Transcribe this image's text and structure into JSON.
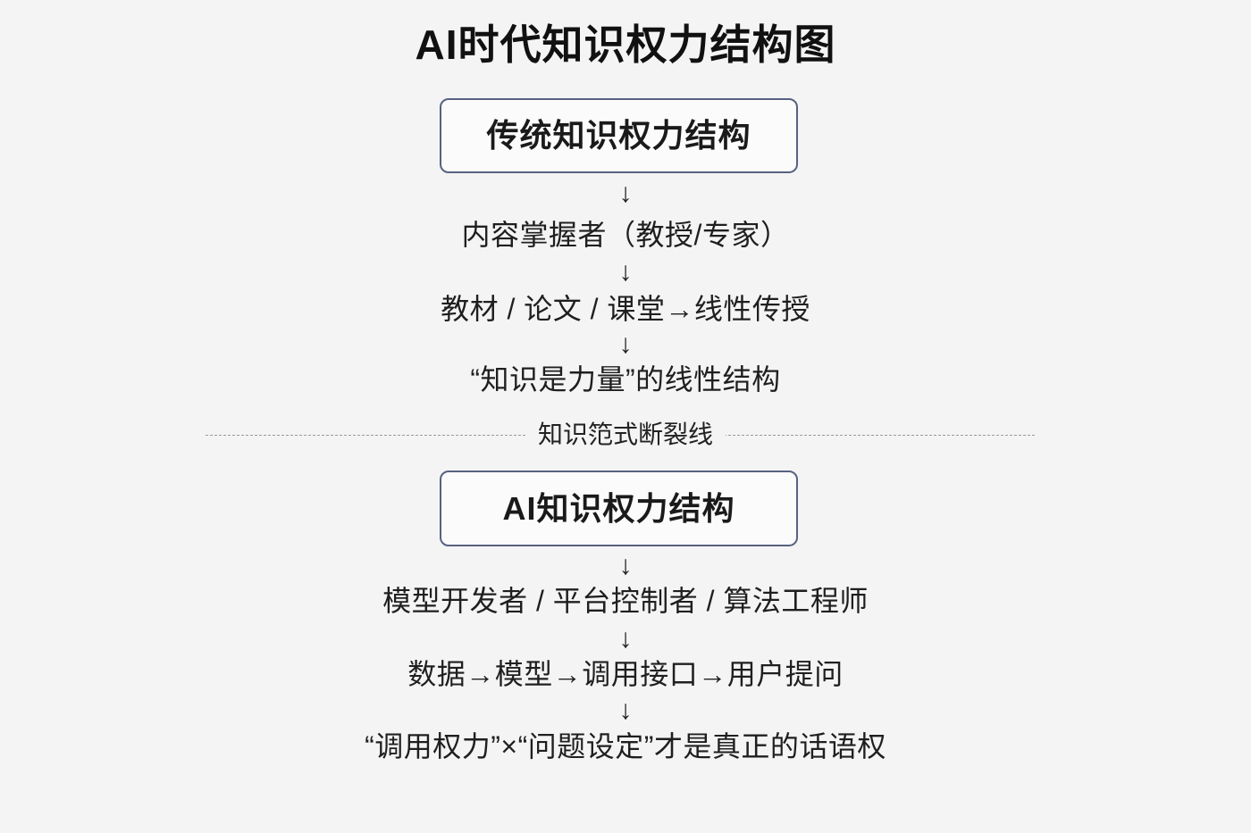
{
  "title": "AI时代知识权力结构图",
  "arrow_glyph": "↓",
  "traditional": {
    "box_label": "传统知识权力结构",
    "steps": [
      "内容掌握者（教授/专家）",
      "教材 / 论文 / 课堂→线性传授",
      "“知识是力量”的线性结构"
    ]
  },
  "divider": {
    "label": "知识笵式断裂线"
  },
  "ai": {
    "box_label": "AI知识权力结构",
    "steps": [
      "模型开发者 / 平台控制者 / 算法工程师",
      "数据→模型→调用接口→用户提问",
      "“调用权力”×“问题设定”才是真正的话语权"
    ]
  },
  "colors": {
    "background": "#f4f4f5",
    "box_border": "#56627f",
    "divider": "#9a9a9a"
  }
}
